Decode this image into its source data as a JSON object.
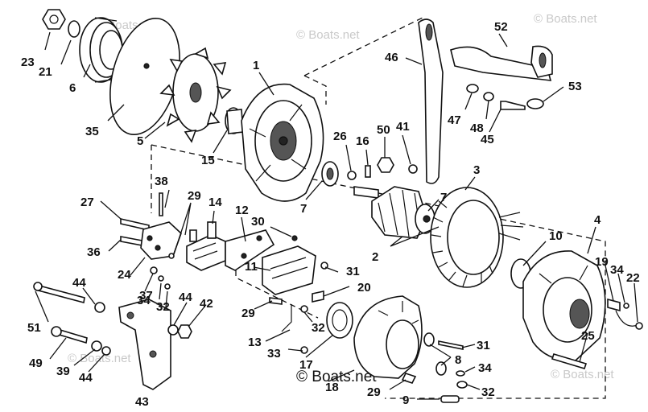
{
  "diagram": {
    "watermark": "© Boats.net",
    "callouts": [
      {
        "id": "c1",
        "text": "1"
      },
      {
        "id": "c2",
        "text": "2"
      },
      {
        "id": "c3",
        "text": "3"
      },
      {
        "id": "c4",
        "text": "4"
      },
      {
        "id": "c5",
        "text": "5"
      },
      {
        "id": "c6",
        "text": "6"
      },
      {
        "id": "c7a",
        "text": "7"
      },
      {
        "id": "c7b",
        "text": "7"
      },
      {
        "id": "c8",
        "text": "8"
      },
      {
        "id": "c9",
        "text": "9"
      },
      {
        "id": "c10",
        "text": "10"
      },
      {
        "id": "c11",
        "text": "11"
      },
      {
        "id": "c12",
        "text": "12"
      },
      {
        "id": "c13",
        "text": "13"
      },
      {
        "id": "c14",
        "text": "14"
      },
      {
        "id": "c15",
        "text": "15"
      },
      {
        "id": "c16",
        "text": "16"
      },
      {
        "id": "c17",
        "text": "17"
      },
      {
        "id": "c18",
        "text": "18"
      },
      {
        "id": "c19",
        "text": "19"
      },
      {
        "id": "c20",
        "text": "20"
      },
      {
        "id": "c21",
        "text": "21"
      },
      {
        "id": "c22",
        "text": "22"
      },
      {
        "id": "c23",
        "text": "23"
      },
      {
        "id": "c24",
        "text": "24"
      },
      {
        "id": "c25",
        "text": "25"
      },
      {
        "id": "c26",
        "text": "26"
      },
      {
        "id": "c27",
        "text": "27"
      },
      {
        "id": "c29a",
        "text": "29"
      },
      {
        "id": "c29b",
        "text": "29"
      },
      {
        "id": "c29c",
        "text": "29"
      },
      {
        "id": "c30",
        "text": "30"
      },
      {
        "id": "c31a",
        "text": "31"
      },
      {
        "id": "c31b",
        "text": "31"
      },
      {
        "id": "c32a",
        "text": "32"
      },
      {
        "id": "c32b",
        "text": "32"
      },
      {
        "id": "c32c",
        "text": "32"
      },
      {
        "id": "c33",
        "text": "33"
      },
      {
        "id": "c34a",
        "text": "34"
      },
      {
        "id": "c34b",
        "text": "34"
      },
      {
        "id": "c34c",
        "text": "34"
      },
      {
        "id": "c35",
        "text": "35"
      },
      {
        "id": "c36",
        "text": "36"
      },
      {
        "id": "c37",
        "text": "37"
      },
      {
        "id": "c38",
        "text": "38"
      },
      {
        "id": "c39",
        "text": "39"
      },
      {
        "id": "c41",
        "text": "41"
      },
      {
        "id": "c42",
        "text": "42"
      },
      {
        "id": "c43",
        "text": "43"
      },
      {
        "id": "c44a",
        "text": "44"
      },
      {
        "id": "c44b",
        "text": "44"
      },
      {
        "id": "c44c",
        "text": "44"
      },
      {
        "id": "c45",
        "text": "45"
      },
      {
        "id": "c46",
        "text": "46"
      },
      {
        "id": "c47",
        "text": "47"
      },
      {
        "id": "c48",
        "text": "48"
      },
      {
        "id": "c49",
        "text": "49"
      },
      {
        "id": "c50",
        "text": "50"
      },
      {
        "id": "c51",
        "text": "51"
      },
      {
        "id": "c52",
        "text": "52"
      },
      {
        "id": "c53",
        "text": "53"
      }
    ]
  }
}
